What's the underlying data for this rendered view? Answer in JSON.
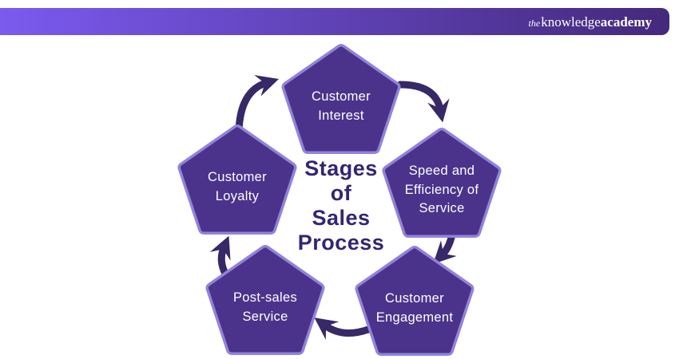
{
  "header": {
    "logo": {
      "the": "the",
      "knowledge": "knowledge",
      "academy": "academy"
    }
  },
  "diagram": {
    "center_title_lines": [
      "Stages",
      "of",
      "Sales",
      "Process"
    ],
    "stages": [
      {
        "id": "customer-interest",
        "label": "Customer Interest",
        "position": "top"
      },
      {
        "id": "speed-efficiency",
        "label": "Speed and Efficiency of Service",
        "position": "right"
      },
      {
        "id": "customer-engagement",
        "label": "Customer Engagement",
        "position": "bottom-right"
      },
      {
        "id": "post-sales-service",
        "label": "Post-sales Service",
        "position": "bottom-left"
      },
      {
        "id": "customer-loyalty",
        "label": "Customer Loyalty",
        "position": "left"
      }
    ],
    "flow": [
      "customer-interest -> speed-efficiency",
      "speed-efficiency -> customer-engagement",
      "customer-engagement -> post-sales-service",
      "post-sales-service -> customer-loyalty",
      "customer-loyalty -> customer-interest"
    ]
  },
  "colors": {
    "banner_gradient_start": "#7b5aef",
    "banner_gradient_end": "#44297b",
    "pentagon_fill": "#4b338c",
    "pentagon_border": "#9183db",
    "arrow": "#372868",
    "title_text": "#342571",
    "label_text": "#ffffff"
  }
}
